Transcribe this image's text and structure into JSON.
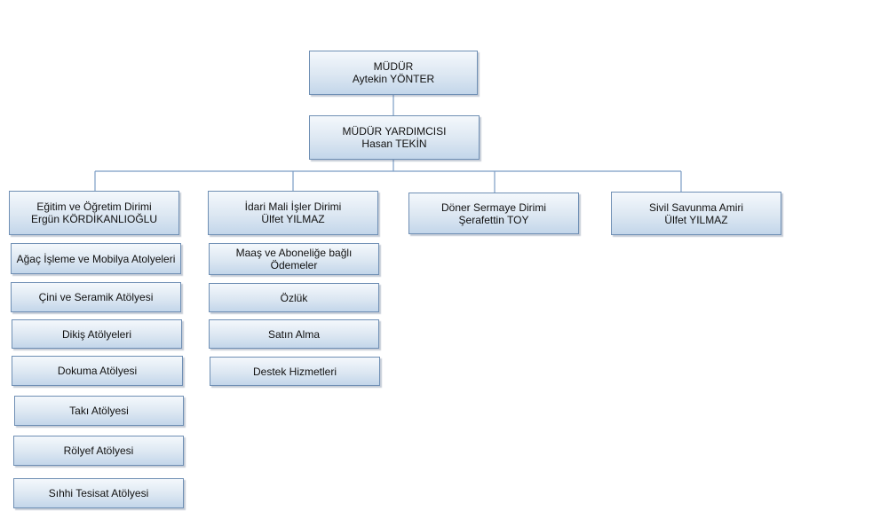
{
  "director": {
    "title": "MÜDÜR",
    "name": "Aytekin YÖNTER"
  },
  "deputy": {
    "title": "MÜDÜR YARDIMCISI",
    "name": "Hasan TEKİN"
  },
  "branches": [
    {
      "title": "Eğitim ve Öğretim Dirimi",
      "name": "Ergün KÖRDİKANLIOĞLU",
      "units": [
        "Ağaç İşleme ve Mobilya Atolyeleri",
        "Çini ve Seramik Atölyesi",
        "Dikiş Atölyeleri",
        "Dokuma Atölyesi",
        "Takı Atölyesi",
        "Rölyef Atölyesi",
        "Sıhhi Tesisat Atölyesi"
      ]
    },
    {
      "title": "İdari Mali İşler Dirimi",
      "name": "Ülfet YILMAZ",
      "units": [
        "Maaş ve Aboneliğe bağlı Ödemeler",
        "Özlük",
        "Satın Alma",
        "Destek Hizmetleri"
      ]
    },
    {
      "title": "Döner Sermaye Dirimi",
      "name": "Şerafettin TOY",
      "units": []
    },
    {
      "title": "Sivil Savunma Amiri",
      "name": "Ülfet YILMAZ",
      "units": []
    }
  ]
}
